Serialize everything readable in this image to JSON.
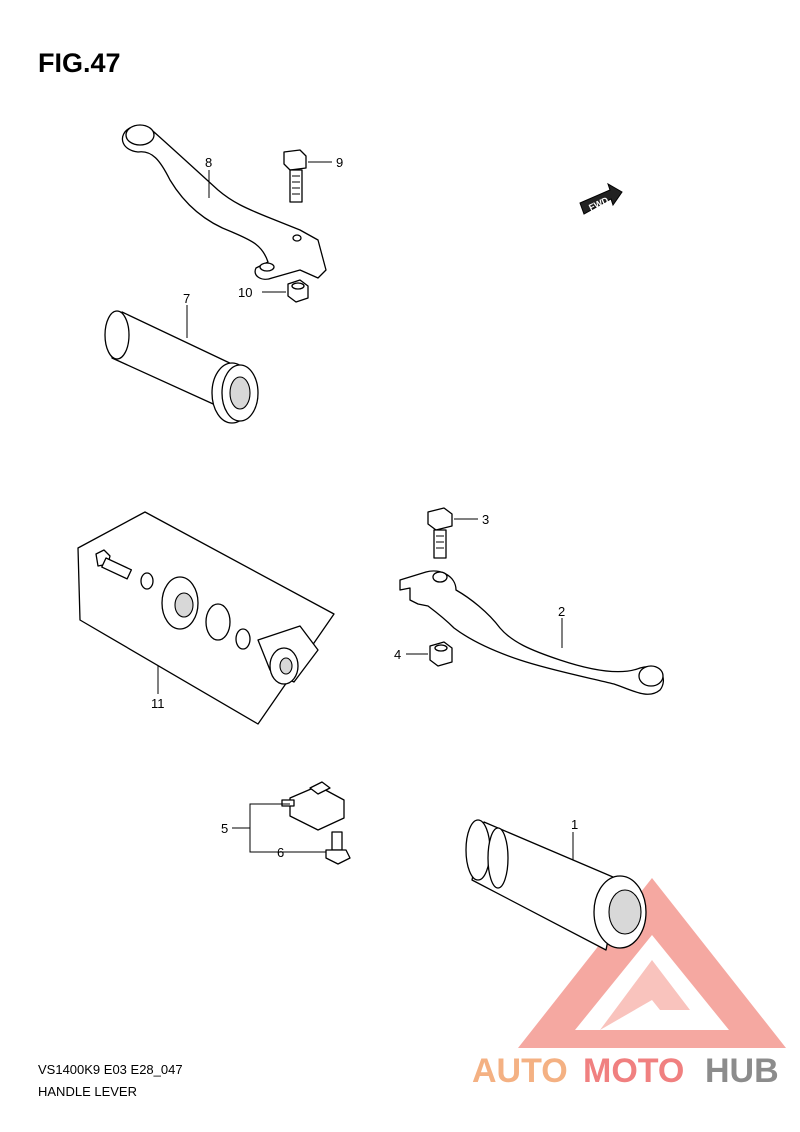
{
  "figure": {
    "title": "FIG.47"
  },
  "footer": {
    "model_code": "VS1400K9 E03 E28_047",
    "section_name": "HANDLE LEVER"
  },
  "direction_marker": {
    "label": "FWD"
  },
  "callouts": [
    "1",
    "2",
    "3",
    "4",
    "5",
    "6",
    "7",
    "8",
    "9",
    "10",
    "11"
  ],
  "watermark": {
    "part_a": "AUTO",
    "part_b": "MOTO",
    "part_c": "HUB",
    "colors": {
      "auto": "#f4b183",
      "moto": "#f08080",
      "hub": "#8c8c8c",
      "triangle": "#f28b82"
    }
  }
}
